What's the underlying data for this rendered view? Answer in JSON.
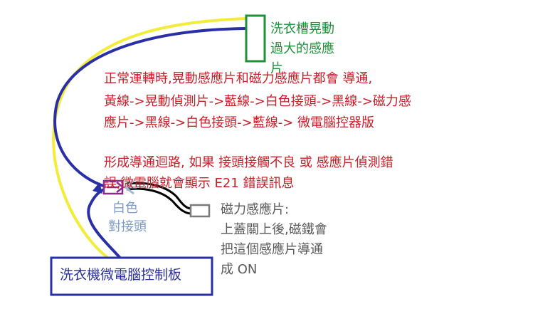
{
  "labels": {
    "wobble_sensor": [
      "洗衣槽晃動",
      "過大的感應",
      "片"
    ],
    "description": [
      "正常運轉時,晃動感應片和磁力感應片都會 導通,",
      "黃線->晃動偵測片->藍線->白色接頭->黑線->磁力感",
      "應片->黑線->白色接頭->藍線-> 微電腦控器版",
      "",
      "形成導通迴路, 如果 接頭接觸不良 或 感應片偵測錯",
      "誤,微電腦就會顯示 E21 錯誤訊息"
    ],
    "white_connector": [
      "白色",
      "對接頭"
    ],
    "magnetic_sensor": [
      "磁力感應片:",
      "上蓋關上後,磁鐵會",
      "把這個感應片導通",
      "成 ON"
    ],
    "control_board": "洗衣機微電腦控制板"
  },
  "colors": {
    "red_text": "#c8202a",
    "green_box": "#1f8f3a",
    "blue_wire": "#2b2fa6",
    "yellow_wire": "#f2ec3a",
    "black_wire": "#000000",
    "grey_box": "#7a7a7a",
    "purple_arrow": "#8b2c8c",
    "light_blue_text": "#7e9bc6"
  }
}
